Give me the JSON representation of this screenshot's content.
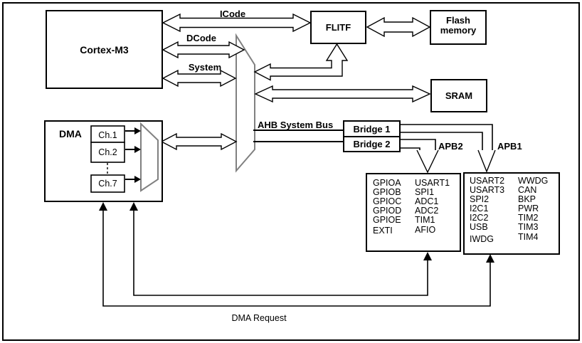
{
  "blocks": {
    "cortex": "Cortex-M3",
    "flitf": "FLITF",
    "flash_line1": "Flash",
    "flash_line2": "memory",
    "sram": "SRAM",
    "dma": "DMA",
    "bridge1": "Bridge 1",
    "bridge2": "Bridge 2"
  },
  "dma_channels": [
    "Ch.1",
    "Ch.2",
    "Ch.7"
  ],
  "buses": {
    "icode": "ICode",
    "dcode": "DCode",
    "system": "System",
    "ahb": "AHB System Bus",
    "apb2": "APB2",
    "apb1": "APB1",
    "dma_request": "DMA Request"
  },
  "apb2_peripherals": {
    "col1": [
      "GPIOA",
      "GPIOB",
      "GPIOC",
      "GPIOD",
      "GPIOE",
      "EXTI"
    ],
    "col2": [
      "USART1",
      "SPI1",
      "ADC1",
      "ADC2",
      "TIM1",
      "AFIO"
    ]
  },
  "apb1_peripherals": {
    "col1": [
      "USART2",
      "USART3",
      "SPI2",
      "I2C1",
      "I2C2",
      "USB",
      "IWDG"
    ],
    "col2": [
      "WWDG",
      "CAN",
      "BKP",
      "PWR",
      "TIM2",
      "TIM3",
      "TIM4"
    ]
  },
  "colors": {
    "line": "#000000",
    "trapezoid_stroke": "#808080",
    "background": "#ffffff"
  }
}
